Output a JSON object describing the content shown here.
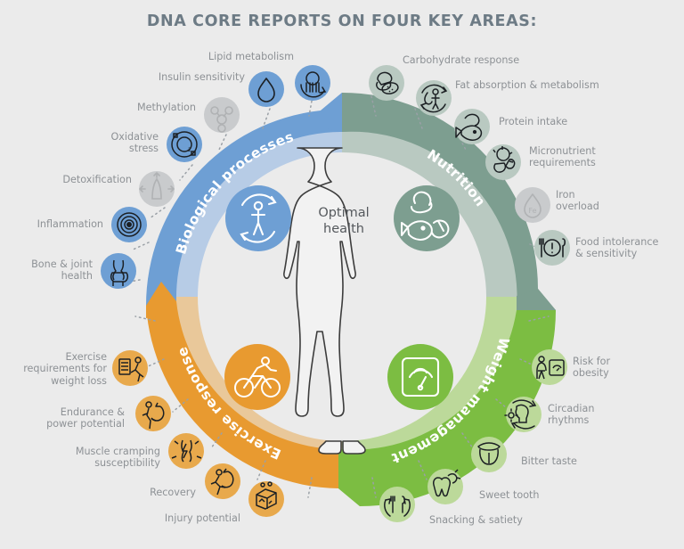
{
  "title": "DNA CORE REPORTS ON FOUR KEY AREAS:",
  "center": {
    "line1": "Optimal",
    "line2": "health",
    "text": "Optimal\nhealth"
  },
  "colors": {
    "background": "#ebebeb",
    "title_text": "#6d7b85",
    "label_text": "#8d9195",
    "biological": "#6e9fd4",
    "biological_light": "#b7cce6",
    "biological_muted": "#c9cbcd",
    "nutrition": "#7d9e90",
    "nutrition_light": "#b9c9c1",
    "nutrition_muted": "#c9cbcd",
    "exercise": "#e89a30",
    "exercise_light": "#e9c89a",
    "weight": "#7cbd42",
    "weight_light": "#bcd99a",
    "body_outline": "#3c3c3c",
    "icon_stroke": "#1c2024"
  },
  "quadrants": [
    {
      "id": "biological-processes",
      "label": "Biological processes",
      "color": "#6e9fd4",
      "hub_icon": "person-cycle-icon",
      "items": [
        {
          "label": "Lipid metabolism",
          "icon": "lipid-cycle-icon",
          "muted": false
        },
        {
          "label": "Insulin sensitivity",
          "icon": "droplet-icon",
          "muted": false
        },
        {
          "label": "Methylation",
          "icon": "molecule-icon",
          "muted": true
        },
        {
          "label": "Oxidative\nstress",
          "icon": "oxygen-atom-icon",
          "muted": false
        },
        {
          "label": "Detoxification",
          "icon": "detox-arrows-icon",
          "muted": true
        },
        {
          "label": "Inflammation",
          "icon": "concentric-rings-icon",
          "muted": false
        },
        {
          "label": "Bone & joint\nhealth",
          "icon": "knee-joint-icon",
          "muted": false
        }
      ]
    },
    {
      "id": "nutrition",
      "label": "Nutrition",
      "color": "#7d9e90",
      "hub_icon": "fish-bread-pill-icon",
      "items": [
        {
          "label": "Carbohydrate response",
          "icon": "bread-potato-icon",
          "muted": false
        },
        {
          "label": "Fat absorption & metabolism",
          "icon": "body-fat-cycle-icon",
          "muted": false
        },
        {
          "label": "Protein intake",
          "icon": "fish-meat-icon",
          "muted": false
        },
        {
          "label": "Micronutrient\nrequirements",
          "icon": "vegetables-icon",
          "muted": false
        },
        {
          "label": "Iron\noverload",
          "icon": "iron-droplet-icon",
          "muted": true
        },
        {
          "label": "Food intolerance\n& sensitivity",
          "icon": "plate-cutlery-icon",
          "muted": false
        }
      ]
    },
    {
      "id": "weight-management",
      "label": "Weight management",
      "color": "#7cbd42",
      "hub_icon": "bathroom-scale-icon",
      "items": [
        {
          "label": "Risk for\nobesity",
          "icon": "person-scale-icon",
          "muted": false
        },
        {
          "label": "Circadian\nrhythms",
          "icon": "head-cycle-icon",
          "muted": false
        },
        {
          "label": "Bitter taste",
          "icon": "tongue-icon",
          "muted": false
        },
        {
          "label": "Sweet tooth",
          "icon": "candy-tooth-icon",
          "muted": false
        },
        {
          "label": "Snacking & satiety",
          "icon": "cutlery-cycle-icon",
          "muted": false
        }
      ]
    },
    {
      "id": "exercise-response",
      "label": "Exercise response",
      "color": "#e89a30",
      "hub_icon": "cyclist-icon",
      "items": [
        {
          "label": "Exercise\nrequirements for\nweight loss",
          "icon": "runner-weight-icon",
          "muted": false
        },
        {
          "label": "Endurance &\npower potential",
          "icon": "endurance-icon",
          "muted": false
        },
        {
          "label": "Muscle cramping\nsusceptibility",
          "icon": "muscle-cramp-icon",
          "muted": false
        },
        {
          "label": "Recovery",
          "icon": "recovery-icon",
          "muted": false
        },
        {
          "label": "Injury potential",
          "icon": "injury-icon",
          "muted": false
        }
      ]
    }
  ]
}
